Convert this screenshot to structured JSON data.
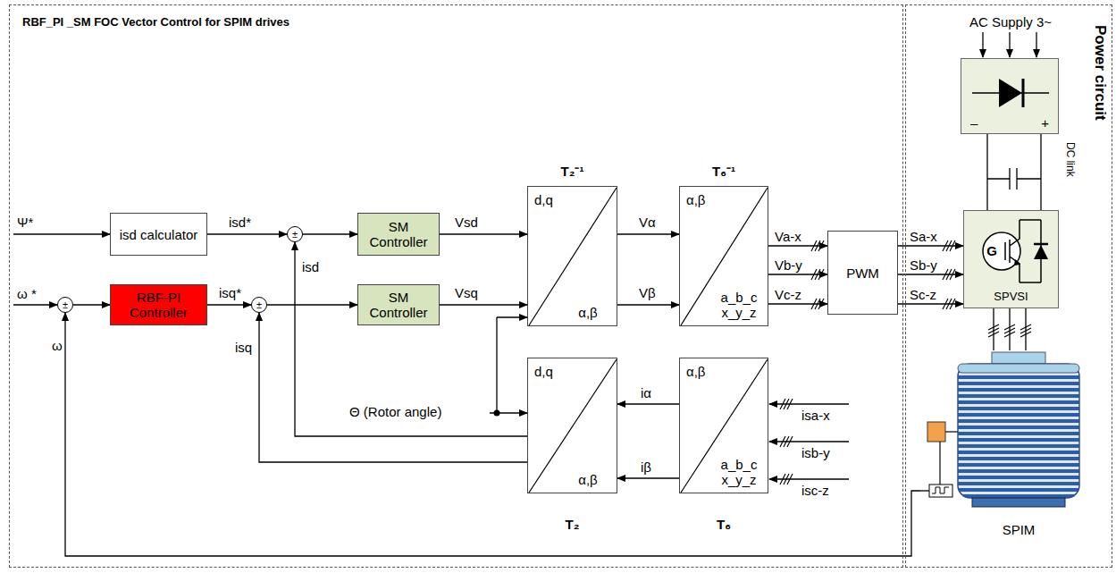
{
  "diagram": {
    "nodes": [
      {
        "text": [
          "RBF_PI _SM FOC Vector Control for SPIM drives"
        ]
      },
      {
        "text": [
          "Power circuit"
        ]
      },
      {
        "text": [
          "isd calculator"
        ],
        "in": 0
      },
      {
        "text": [
          "±"
        ],
        "in": 0
      },
      {
        "text": [
          "SM Controller"
        ],
        "in": 0
      },
      {
        "text": [
          "±"
        ],
        "in": 0
      },
      {
        "text": [
          "RBF-PI Controller"
        ],
        "in": 0
      },
      {
        "text": [
          "±"
        ],
        "in": 0
      },
      {
        "text": [
          "SM Controller"
        ],
        "in": 0
      },
      {
        "text": [
          "T₂⁻¹",
          "d,q",
          "α,β"
        ],
        "in": 0
      },
      {
        "text": [
          "T₆⁻¹",
          "α,β",
          "a_b_c x_y_z"
        ],
        "in": 0
      },
      {
        "text": [
          "PWM"
        ],
        "in": 0
      },
      {
        "text": [
          "T₂",
          "d,q",
          "α,β"
        ],
        "in": 0
      },
      {
        "text": [
          "T₆",
          "α,β",
          "a_b_c x_y_z"
        ],
        "in": 0
      },
      {
        "text": [
          "AC Supply 3~",
          "–",
          "+"
        ],
        "in": 1
      },
      {
        "text": [
          "SPVSI"
        ],
        "in": 1
      },
      {
        "text": [
          "SPIM"
        ],
        "in": 1
      }
    ],
    "edges": [
      {
        "from": 2,
        "to": 3,
        "arrow": "to",
        "label": "isd*"
      },
      {
        "from": 3,
        "to": 4,
        "arrow": "to"
      },
      {
        "from": 4,
        "to": 9,
        "arrow": "to",
        "label": "Vsd"
      },
      {
        "from": 5,
        "to": 6,
        "arrow": "to"
      },
      {
        "from": 6,
        "to": 7,
        "arrow": "to",
        "label": "isq*"
      },
      {
        "from": 7,
        "to": 8,
        "arrow": "to"
      },
      {
        "from": 8,
        "to": 9,
        "arrow": "to",
        "label": "Vsq"
      },
      {
        "from": 9,
        "to": 10,
        "arrow": "to",
        "label": "Vα"
      },
      {
        "from": 9,
        "to": 10,
        "arrow": "to",
        "label": "Vβ"
      },
      {
        "from": 10,
        "to": 11,
        "arrow": "to",
        "label": "Va-x"
      },
      {
        "from": 10,
        "to": 11,
        "arrow": "to",
        "label": "Vb-y"
      },
      {
        "from": 10,
        "to": 11,
        "arrow": "to",
        "label": "Vc-z"
      },
      {
        "from": 11,
        "to": 15,
        "arrow": "to",
        "label": "Sa-x"
      },
      {
        "from": 11,
        "to": 15,
        "arrow": "to",
        "label": "Sb-y"
      },
      {
        "from": 11,
        "to": 15,
        "arrow": "to",
        "label": "Sc-z"
      },
      {
        "from": 14,
        "to": 15,
        "arrow": "none"
      },
      {
        "from": 14,
        "to": 15,
        "arrow": "none"
      },
      {
        "from": 15,
        "to": 16,
        "arrow": "none"
      },
      {
        "from": 15,
        "to": 16,
        "arrow": "none"
      },
      {
        "from": 15,
        "to": 16,
        "arrow": "none"
      },
      {
        "from": 13,
        "to": 12,
        "arrow": "to",
        "label": "iα"
      },
      {
        "from": 13,
        "to": 12,
        "arrow": "to",
        "label": "iβ"
      },
      {
        "from": 12,
        "to": 3,
        "arrow": "to",
        "label": "isd"
      },
      {
        "from": 12,
        "to": 7,
        "arrow": "to",
        "label": "isq"
      },
      {
        "from": 16,
        "to": 5,
        "arrow": "to",
        "label": "ω"
      }
    ],
    "labels": [
      "Ψ*",
      "ω *",
      "Θ (Rotor angle)",
      "isa-x",
      "isb-y",
      "isc-z",
      "G",
      "DC link"
    ]
  }
}
